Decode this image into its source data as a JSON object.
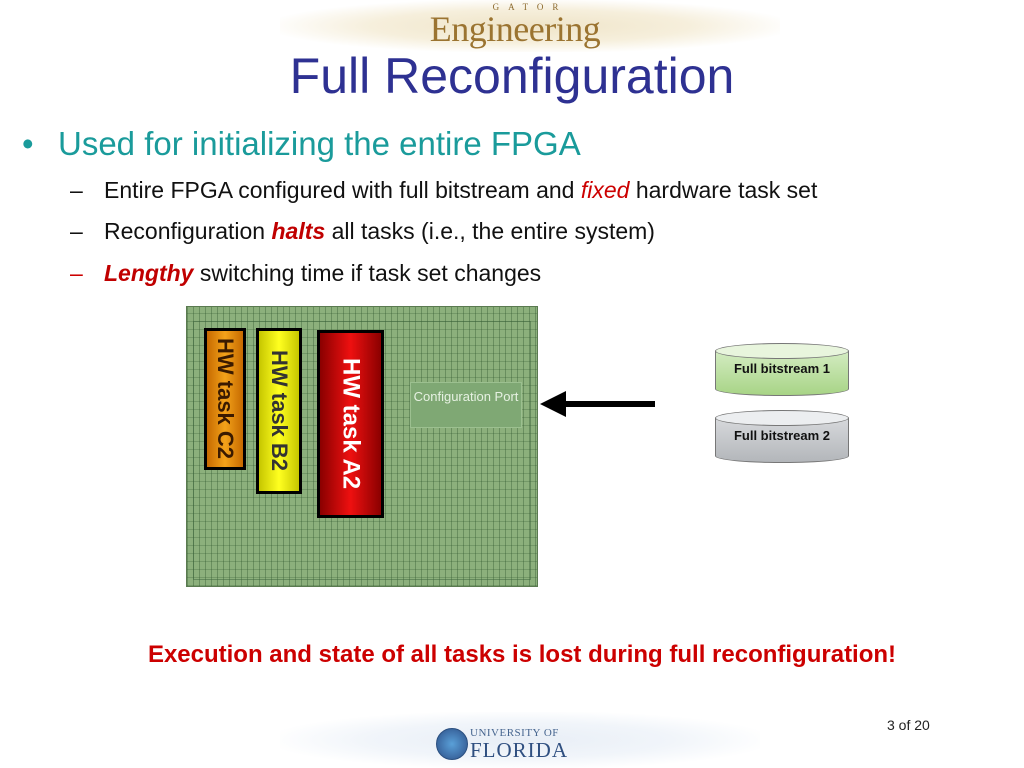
{
  "header": {
    "logo_top": "GATOR",
    "logo_main": "Engineering"
  },
  "title": "Full Reconfiguration",
  "bullets": {
    "main": "Used for initializing the entire FPGA",
    "sub1": {
      "pre": "Entire FPGA configured with full bitstream and ",
      "emph": "fixed",
      "post": " hardware task set"
    },
    "sub2": {
      "pre": "Reconfiguration ",
      "emph": "halts",
      "post": " all tasks (i.e., the entire system)"
    },
    "sub3": {
      "emph": "Lengthy",
      "post": " switching time if task set changes"
    }
  },
  "diagram": {
    "tasks": [
      "HW task C2",
      "HW task B2",
      "HW task A2"
    ],
    "config_port": "Configuration Port",
    "bitstreams": [
      "Full bitstream 1",
      "Full bitstream 2"
    ]
  },
  "warning": "Execution and state of all tasks is lost during full reconfiguration!",
  "footer": {
    "univ_top": "UNIVERSITY OF",
    "univ_main": "FLORIDA",
    "page": "3 of 20"
  },
  "colors": {
    "title": "#2e3192",
    "bullet": "#1a9b9b",
    "emphasis": "#cc0000"
  }
}
